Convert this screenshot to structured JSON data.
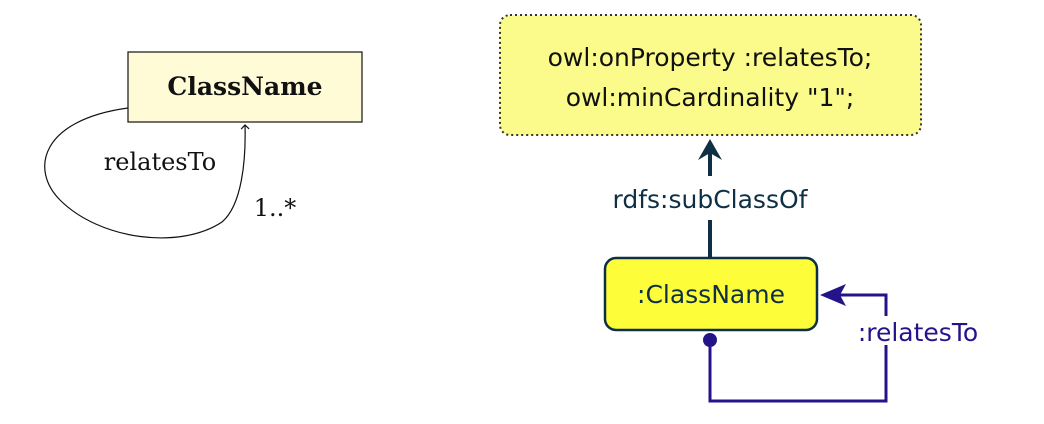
{
  "uml": {
    "class_name": "ClassName",
    "association_label": "relatesTo",
    "multiplicity": "1..*"
  },
  "rdf": {
    "restriction_line1": "owl:onProperty :relatesTo;",
    "restriction_line2": "owl:minCardinality \"1\";",
    "subclass_label": "rdfs:subClassOf",
    "class_name": ":ClassName",
    "property_label": ":relatesTo"
  },
  "colors": {
    "uml_box_fill": "#fffbd6",
    "restriction_fill": "#fbfb8c",
    "class_fill": "#fdfd3a",
    "dark_teal": "#0e2f44",
    "property_purple": "#24148a",
    "text_black": "#111111"
  }
}
